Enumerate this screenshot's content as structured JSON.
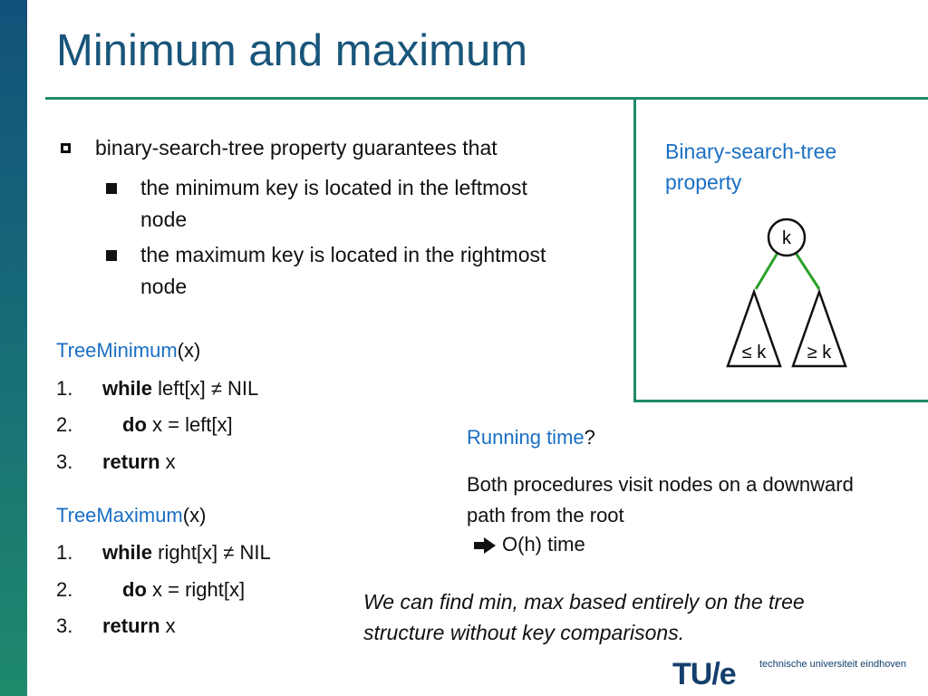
{
  "slide": {
    "title": "Minimum and maximum",
    "bullet": "binary-search-tree property guarantees that",
    "subbullets": [
      "the minimum key is located in the leftmost node",
      "the maximum key is located in the rightmost node"
    ]
  },
  "tree_min": {
    "name": "TreeMinimum",
    "param": "(x)",
    "lines": [
      {
        "num": "1.",
        "kw": "while",
        "rest": " left[x] ≠ NIL"
      },
      {
        "num": "2.",
        "kw": "do",
        "rest": " x = left[x]"
      },
      {
        "num": "3.",
        "kw": "return",
        "rest": " x"
      }
    ]
  },
  "tree_max": {
    "name": "TreeMaximum",
    "param": "(x)",
    "lines": [
      {
        "num": "1.",
        "kw": "while",
        "rest": " right[x] ≠ NIL"
      },
      {
        "num": "2.",
        "kw": "do",
        "rest": " x = right[x]"
      },
      {
        "num": "3.",
        "kw": "return",
        "rest": " x"
      }
    ]
  },
  "bst_box": {
    "title": "Binary-search-tree property",
    "root": "k",
    "left": "≤ k",
    "right": "≥ k"
  },
  "running": {
    "label": "Running time",
    "q": "?",
    "desc": "Both procedures visit nodes on a downward path from the root",
    "result": "O(h) time"
  },
  "note": "We can find min, max based entirely on the tree structure without key comparisons.",
  "footer": {
    "logo": "TU/e",
    "university": "technische universiteit eindhoven"
  },
  "colors": {
    "accent": "#1f8a6c",
    "title": "#18557a",
    "blue": "#1a6fc4",
    "edge": "#2aa02a"
  }
}
